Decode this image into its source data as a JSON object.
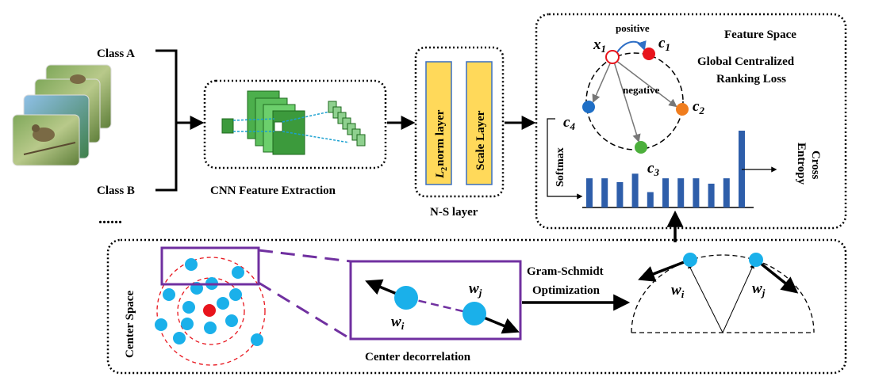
{
  "inputs": {
    "class_a": "Class A",
    "class_b": "Class B",
    "more": "......"
  },
  "cnn": {
    "caption": "CNN Feature Extraction"
  },
  "ns_layer": {
    "caption": "N-S layer",
    "l2_norm_sym": "L",
    "l2_norm_sub": "2",
    "l2_norm_rest": "norm layer",
    "scale_layer": "Scale Layer"
  },
  "feature_space": {
    "title": "Feature Space",
    "loss_line1": "Global Centralized",
    "loss_line2": "Ranking Loss",
    "positive": "positive",
    "negative": "negative",
    "x1": "x",
    "x1_sub": "1",
    "c1": "c",
    "c1_sub": "1",
    "c2": "c",
    "c2_sub": "2",
    "c3": "c",
    "c3_sub": "3",
    "c4": "c",
    "c4_sub": "4",
    "softmax": "Softmax",
    "cross_entropy_line1": "Cross",
    "cross_entropy_line2": "Entropy",
    "histogram": [
      0.38,
      0.38,
      0.33,
      0.44,
      0.2,
      0.38,
      0.38,
      0.38,
      0.31,
      0.38,
      1.0
    ]
  },
  "center_space": {
    "title": "Center Space",
    "decorrelation_caption": "Center decorrelation",
    "optimization_line1": "Gram-Schmidt",
    "optimization_line2": "Optimization",
    "wi": "w",
    "wi_sub": "i",
    "wj": "w",
    "wj_sub": "j"
  },
  "colors": {
    "node_red": "#e8141c",
    "node_orange": "#f07d1e",
    "node_green": "#4caf3c",
    "node_blue": "#1f6fc6",
    "center_cyan": "#1ab0ea",
    "bar_blue": "#2e5eaa",
    "layer_yellow": "#ffd95a",
    "purple": "#7030a0",
    "cnn_green": "#3c9a3c"
  }
}
